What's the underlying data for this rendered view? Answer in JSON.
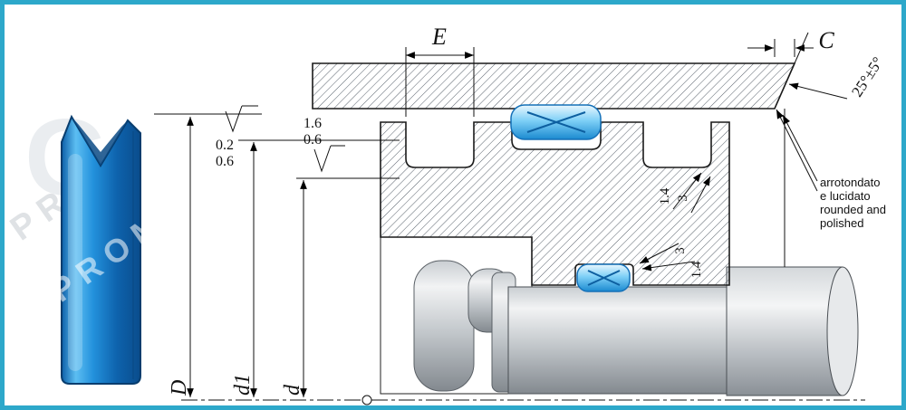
{
  "colors": {
    "frame_border": "#2da8ca",
    "seal_blue": "#1d86d2",
    "hatch_line": "#454f5a"
  },
  "watermark": {
    "text": "PROM",
    "letter": "G"
  },
  "dimensions": {
    "E": "E",
    "C": "C",
    "D": "D",
    "d1": "d1",
    "d": "d",
    "angle": "25°±5°",
    "finish_outer_top": "0.2",
    "finish_outer_bottom": "0.6",
    "finish_inner_top": "1.6",
    "finish_inner_bottom": "0.6",
    "groove_top_radius": "1.4",
    "groove_top_depth": "3",
    "groove_bottom_depth": "3",
    "groove_bottom_radius": "1.4"
  },
  "note": {
    "line1": "arrotondato",
    "line2": "e lucidato",
    "line3": "rounded and",
    "line4": "polished"
  }
}
